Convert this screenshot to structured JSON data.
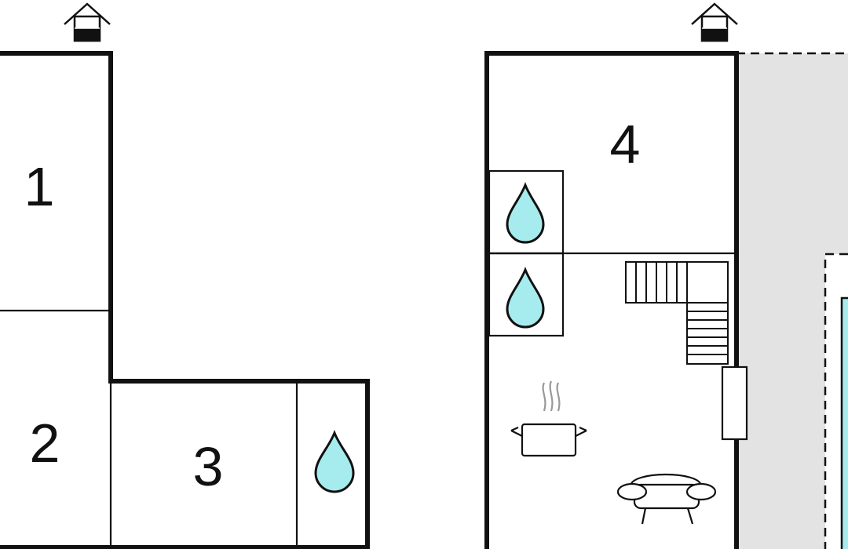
{
  "rooms": [
    {
      "number": "1"
    },
    {
      "number": "2"
    },
    {
      "number": "3"
    },
    {
      "number": "4"
    }
  ],
  "colors": {
    "wall": "#111111",
    "water": "#a6ecee",
    "terrace": "#e3e3e3",
    "pool": "#a6ecee"
  },
  "icons": [
    "house-entrance-icon",
    "house-entrance-icon",
    "bathroom-drop-icon",
    "bathroom-drop-icon",
    "bathroom-drop-icon",
    "staircase-icon",
    "kitchen-pot-icon",
    "sofa-icon"
  ]
}
